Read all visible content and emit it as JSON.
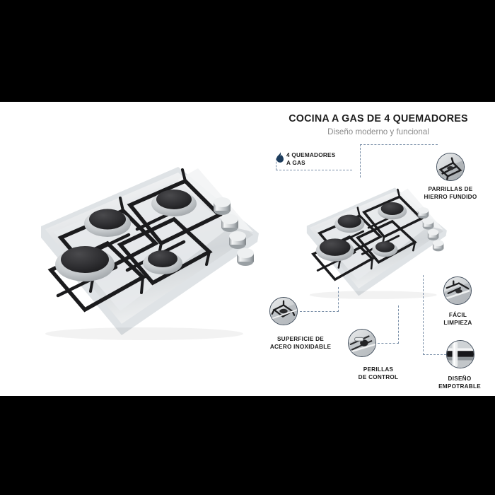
{
  "header": {
    "title": "COCINA A GAS DE 4 QUEMADORES",
    "subtitle": "Diseño moderno y funcional"
  },
  "features": [
    {
      "id": "quemadores",
      "icon": "flame-icon",
      "line1": "4 QUEMADORES",
      "line2": "A GAS"
    },
    {
      "id": "parrillas",
      "icon": "cast-iron-grate-icon",
      "line1": "PARRILLAS DE",
      "line2": "HIERRO FUNDIDO"
    },
    {
      "id": "superficie",
      "icon": "burner-surface-icon",
      "line1": "SUPERFICIE DE",
      "line2": "ACERO INOXIDABLE"
    },
    {
      "id": "perillas",
      "icon": "control-knob-icon",
      "line1": "PERILLAS",
      "line2": "DE CONTROL"
    },
    {
      "id": "limpieza",
      "icon": "grate-clean-icon",
      "line1": "FÁCIL",
      "line2": "LIMPIEZA"
    },
    {
      "id": "empotrable",
      "icon": "built-in-edge-icon",
      "line1": "DISEÑO",
      "line2": "EMPOTRABLE"
    }
  ],
  "products": [
    {
      "id": "cooktop-main",
      "name": "4-burner stainless steel gas cooktop",
      "burners": 4,
      "knobs": 4
    },
    {
      "id": "cooktop-secondary",
      "name": "4-burner stainless steel gas cooktop",
      "burners": 4,
      "knobs": 4
    }
  ],
  "colors": {
    "background": "#ffffff",
    "letterbox": "#000000",
    "title": "#1d1d1d",
    "subtitle": "#8b8b8b",
    "connector": "#7a8fa8",
    "icon_border": "#44505e",
    "flame": "#1c3c5c",
    "steel_light": "#f2f3f4",
    "steel_mid": "#c8cccf",
    "burner_cap": "#2b2b2d"
  }
}
